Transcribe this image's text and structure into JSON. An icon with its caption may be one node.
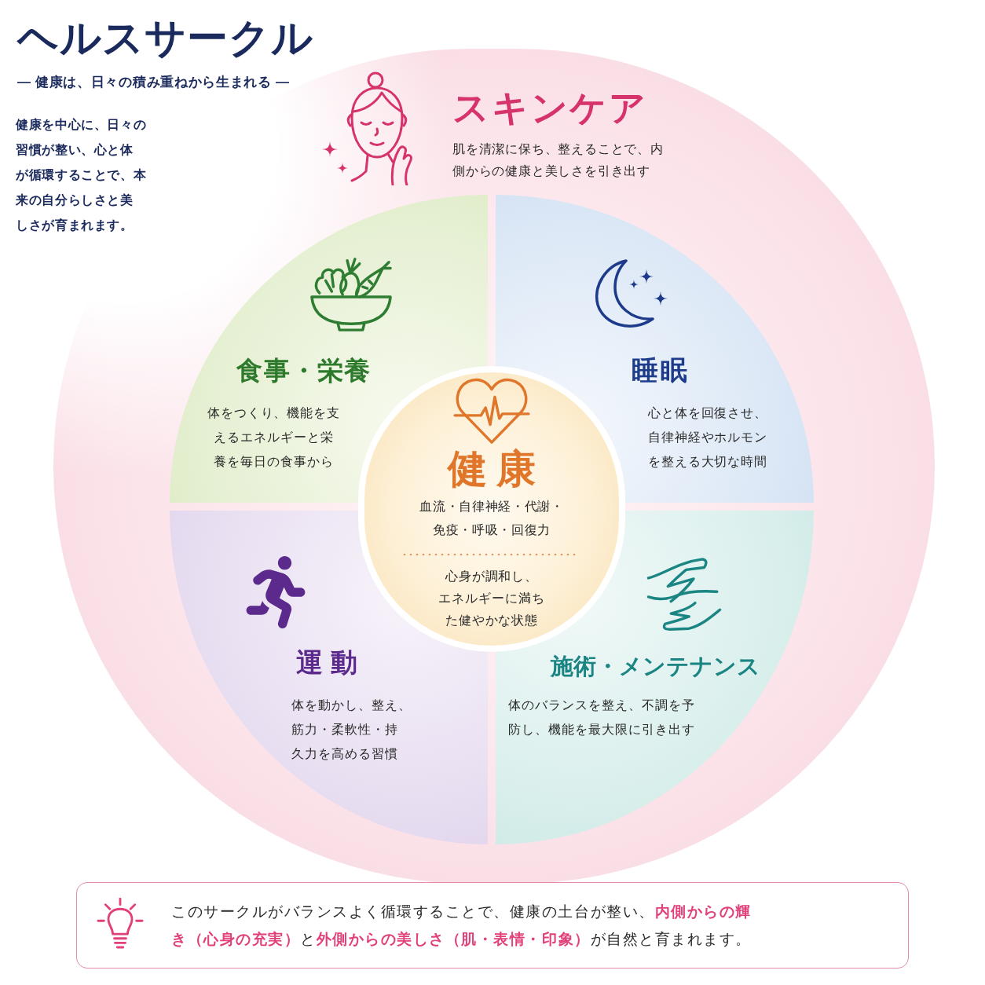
{
  "diagram": {
    "title": "ヘルスサークル",
    "nodes": [
      {
        "text": [
          "スキンケア",
          "肌を清潔に保ち、整えることで、内側からの健康と美しさを引き出す"
        ]
      },
      {
        "text": [
          "食事・栄養",
          "体をつくり、機能を支えるエネルギーと栄養を毎日の食事から"
        ],
        "in": 0
      },
      {
        "text": [
          "睡眠",
          "心と体を回復させ、自律神経やホルモンを整える大切な時間"
        ],
        "in": 0
      },
      {
        "text": [
          "健康",
          "血流・自律神経・代謝・免疫・呼吸・回復力",
          "心身が調和し、エネルギーに満ちた健やかな状態"
        ],
        "in": 0
      },
      {
        "text": [
          "運動",
          "体を動かし、整え、筋力・柔軟性・持久力を高める習慣"
        ],
        "in": 0
      },
      {
        "text": [
          "施術・メンテナンス",
          "体のバランスを整え、不調を予防し、機能を最大限に引き出す"
        ],
        "in": 0
      },
      {
        "text": [
          "このサークルがバランスよく循環することで、健康の土台が整い、**内側からの輝き（心身の充実）**と**外側からの美しさ（肌・表情・印象）**が自然と育まれます。"
        ]
      }
    ],
    "labels": [
      "― 健康は、日々の積み重ねから生まれる ―",
      "健康を中心に、日々の習慣が整い、心と体が循環することで、本来の自分らしさと美しさが育まれます。"
    ]
  }
}
